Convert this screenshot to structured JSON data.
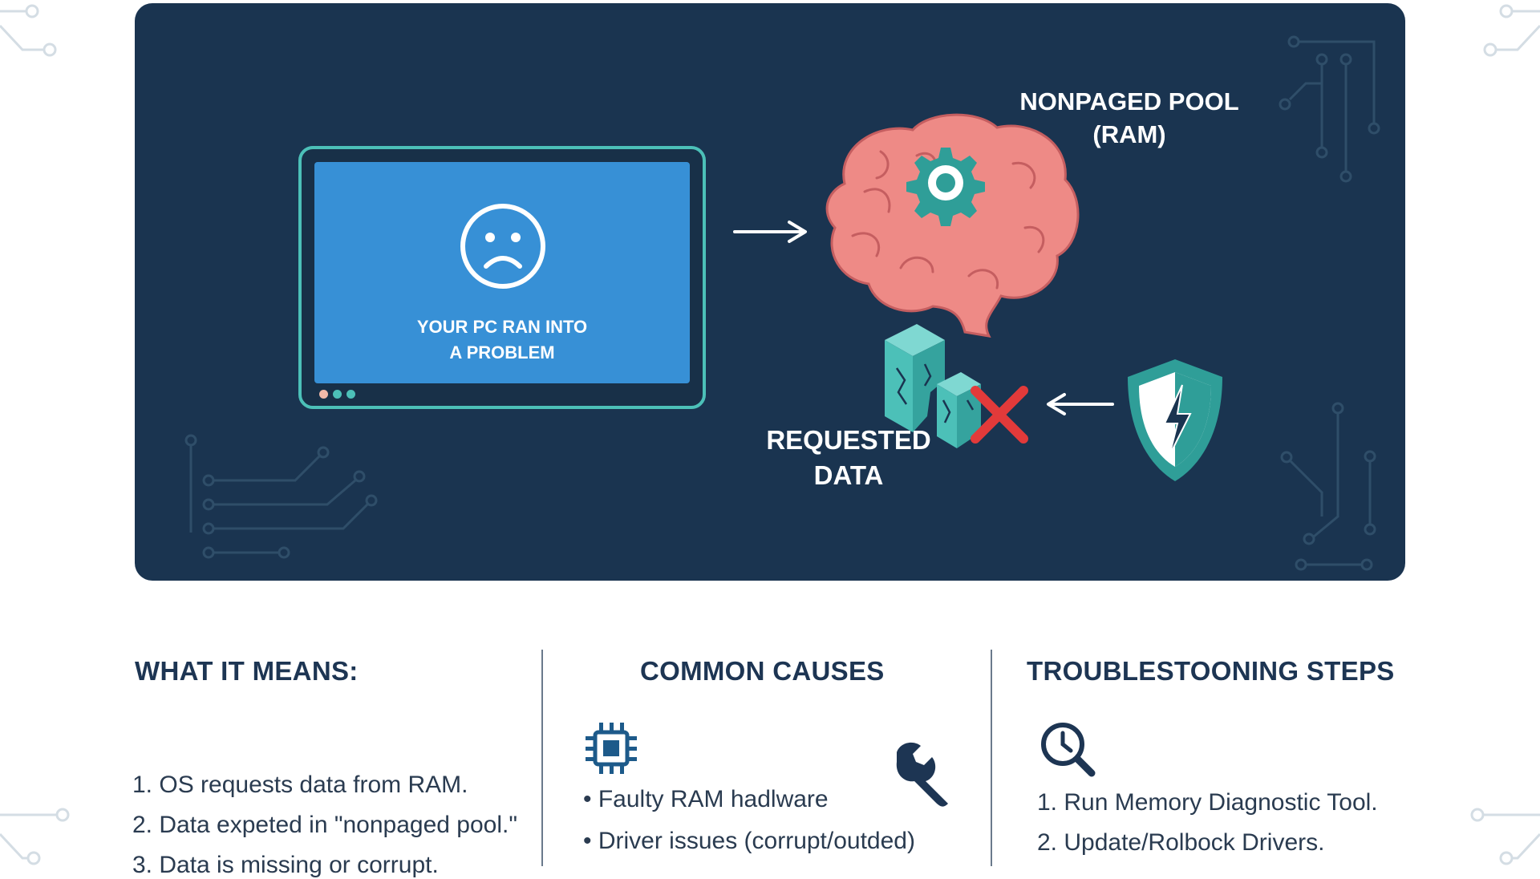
{
  "diagram": {
    "screen_message": "YOUR PC RAN INTO\nA PROBLEM",
    "pool_label": "NONPAGED POOL\n(RAM)",
    "requested_label": "REQUESTED\nDATA"
  },
  "sections": {
    "what_it_means": {
      "title": "WHAT IT MEANS:",
      "items": [
        "1. OS requests data from RAM.",
        "2. Data expeted in \"nonpaged pool.\"",
        "3. Data is missing or corrupt."
      ]
    },
    "common_causes": {
      "title": "COMMON CAUSES",
      "items": [
        "• Faulty RAM hadlware",
        "• Driver issues (corrupt/outded)"
      ]
    },
    "troubleshooting": {
      "title": "TROUBLESTOONING STEPS",
      "items": [
        "1. Run Memory Diagnostic Tool.",
        "2. Update/Rolbock Drivers."
      ]
    }
  },
  "icons": [
    "sad-face-icon",
    "arrow-right-icon",
    "brain-icon",
    "gear-icon",
    "broken-cube-icon",
    "x-mark-icon",
    "arrow-left-icon",
    "shield-lightning-icon",
    "chip-icon",
    "wrench-icon",
    "clock-magnifier-icon"
  ],
  "colors": {
    "panel": "#1a3450",
    "screen": "#3790d6",
    "accent_teal": "#4cc0b8",
    "brain_pink": "#ee8a86",
    "error_red": "#e23a3a",
    "heading": "#1d3553"
  }
}
